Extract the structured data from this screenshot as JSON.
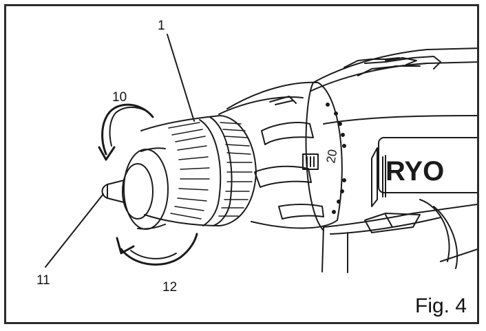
{
  "figure": {
    "label": "Fig. 4",
    "brand_text": "RYO",
    "torque_scale_value": "20",
    "callouts": {
      "c1": "1",
      "c10": "10",
      "c11": "11",
      "c12": "12"
    }
  }
}
